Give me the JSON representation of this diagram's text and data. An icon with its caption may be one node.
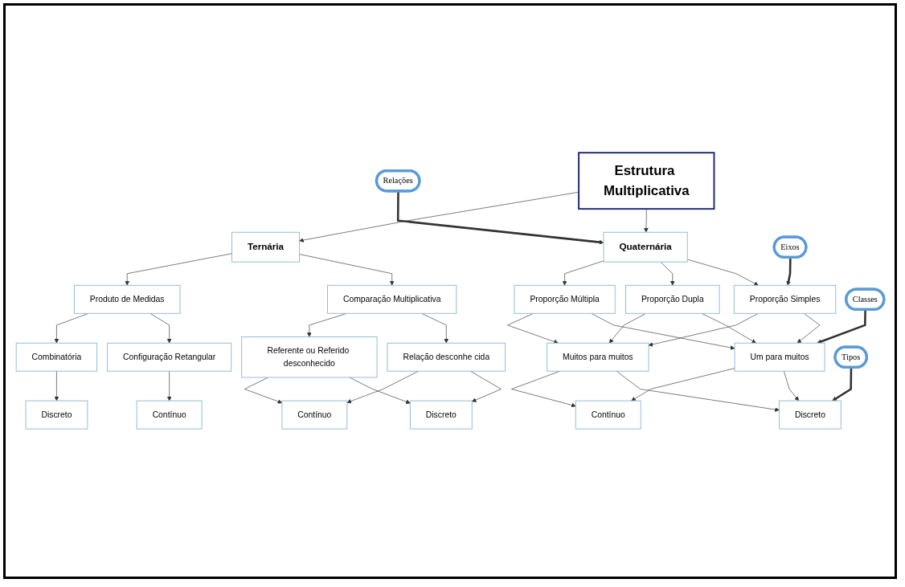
{
  "diagram": {
    "nodes": [
      {
        "text": [
          "Estrutura Multiplicativa"
        ]
      },
      {
        "text": [
          "Relações"
        ]
      },
      {
        "text": [
          "Quaternária"
        ]
      },
      {
        "text": [
          "Ternária"
        ]
      },
      {
        "text": [
          "Eixos"
        ]
      },
      {
        "text": [
          "Proporção Simples"
        ]
      },
      {
        "text": [
          "Proporção Dupla"
        ]
      },
      {
        "text": [
          "Proporção Múltipla"
        ]
      },
      {
        "text": [
          "Comparação Multiplicativa"
        ]
      },
      {
        "text": [
          "Produto de Medidas"
        ]
      },
      {
        "text": [
          "Classes"
        ]
      },
      {
        "text": [
          "Um para muitos"
        ]
      },
      {
        "text": [
          "Muitos para muitos"
        ]
      },
      {
        "text": [
          "Relação desconhe cida"
        ]
      },
      {
        "text": [
          "Referente ou Referido desconhecido"
        ]
      },
      {
        "text": [
          "Configuração Retangular"
        ]
      },
      {
        "text": [
          "Combinatória"
        ]
      },
      {
        "text": [
          "Tipos"
        ]
      },
      {
        "text": [
          "Discreto"
        ]
      },
      {
        "text": [
          "Contínuo"
        ]
      },
      {
        "text": [
          "Discreto"
        ]
      },
      {
        "text": [
          "Contínuo"
        ]
      },
      {
        "text": [
          "Contínuo"
        ]
      },
      {
        "text": [
          "Discreto"
        ]
      }
    ],
    "edges": [
      {
        "from": 0,
        "to": 2,
        "arrow": "to"
      },
      {
        "from": 0,
        "to": 3,
        "arrow": "to"
      },
      {
        "from": 1,
        "to": 2,
        "arrow": "to",
        "style": "thick"
      },
      {
        "from": 2,
        "to": 5,
        "arrow": "to"
      },
      {
        "from": 2,
        "to": 6,
        "arrow": "to"
      },
      {
        "from": 2,
        "to": 7,
        "arrow": "to"
      },
      {
        "from": 4,
        "to": 5,
        "arrow": "to",
        "style": "thick"
      },
      {
        "from": 3,
        "to": 8,
        "arrow": "to"
      },
      {
        "from": 3,
        "to": 9,
        "arrow": "to"
      },
      {
        "from": 5,
        "to": 11,
        "arrow": "to"
      },
      {
        "from": 6,
        "to": 11,
        "arrow": "to"
      },
      {
        "from": 7,
        "to": 11,
        "arrow": "to"
      },
      {
        "from": 5,
        "to": 12,
        "arrow": "to"
      },
      {
        "from": 6,
        "to": 12,
        "arrow": "to"
      },
      {
        "from": 7,
        "to": 12,
        "arrow": "to"
      },
      {
        "from": 10,
        "to": 11,
        "arrow": "to",
        "style": "thick"
      },
      {
        "from": 8,
        "to": 13,
        "arrow": "to"
      },
      {
        "from": 8,
        "to": 14,
        "arrow": "to"
      },
      {
        "from": 9,
        "to": 15,
        "arrow": "to"
      },
      {
        "from": 9,
        "to": 16,
        "arrow": "to"
      },
      {
        "from": 11,
        "to": 18,
        "arrow": "to"
      },
      {
        "from": 11,
        "to": 19,
        "arrow": "to"
      },
      {
        "from": 12,
        "to": 18,
        "arrow": "to"
      },
      {
        "from": 12,
        "to": 19,
        "arrow": "to"
      },
      {
        "from": 13,
        "to": 20,
        "arrow": "to"
      },
      {
        "from": 13,
        "to": 21,
        "arrow": "to"
      },
      {
        "from": 14,
        "to": 20,
        "arrow": "to"
      },
      {
        "from": 14,
        "to": 21,
        "arrow": "to"
      },
      {
        "from": 15,
        "to": 22,
        "arrow": "to"
      },
      {
        "from": 16,
        "to": 23,
        "arrow": "to"
      },
      {
        "from": 17,
        "to": 18,
        "arrow": "to",
        "style": "thick"
      }
    ]
  }
}
